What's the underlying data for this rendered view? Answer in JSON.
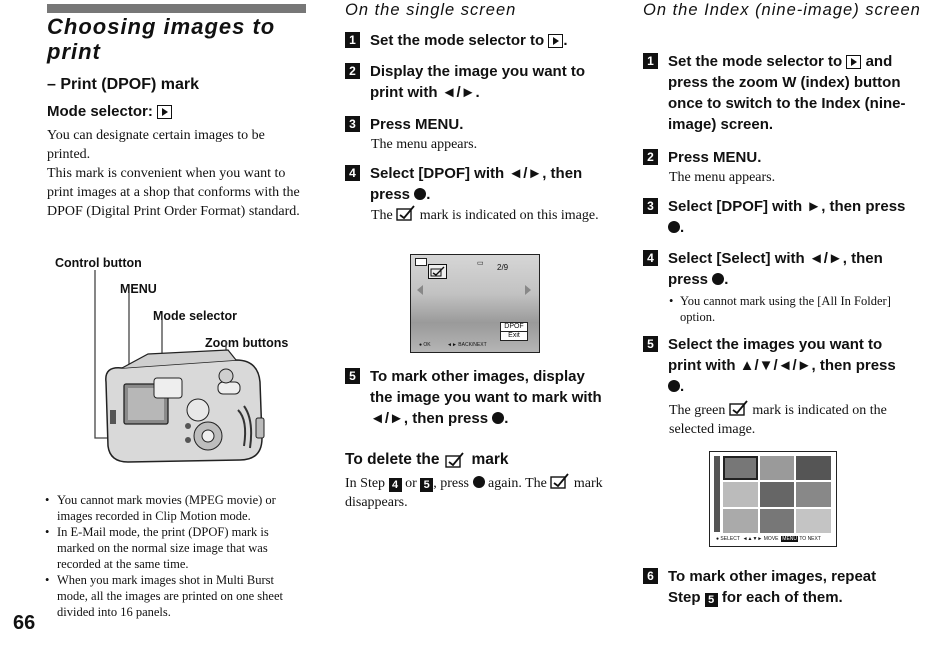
{
  "left": {
    "title": "Choosing images to print",
    "subtitle": "– Print (DPOF) mark",
    "mode_label": "Mode selector:",
    "body": "You can designate certain images to be printed.\nThis mark is convenient when you want to print images at a shop that conforms with the DPOF (Digital Print Order Format) standard.",
    "camera_labels": {
      "control": "Control button",
      "menu": "MENU",
      "mode": "Mode selector",
      "zoom": "Zoom buttons"
    },
    "notes": [
      "You cannot mark movies (MPEG movie) or images recorded in Clip Motion mode.",
      "In E-Mail mode, the print (DPOF) mark is marked on the normal size image that was recorded at the same time.",
      "When you mark images shot in Multi Burst mode, all the images are printed on one sheet divided into 16 panels."
    ],
    "page_number": "66"
  },
  "middle": {
    "heading": "On the single screen",
    "steps": [
      {
        "n": "1",
        "text": "Set the mode selector to"
      },
      {
        "n": "2",
        "text": "Display the image you want to print with ◄/►."
      },
      {
        "n": "3",
        "text": "Press MENU.",
        "desc": "The menu appears."
      },
      {
        "n": "4",
        "text": "Select [DPOF] with ◄/►, then press",
        "desc_a": "The",
        "desc_b": "mark is indicated on this image."
      },
      {
        "n": "5",
        "text": "To mark other images, display the image you want to mark with ◄/►, then press"
      }
    ],
    "screen": {
      "size": "2/9",
      "menu1": "DPOF",
      "menu2": "Exit",
      "foot_ok": "OK",
      "foot_back": "BACK/NEXT"
    },
    "delete_title_a": "To delete the",
    "delete_title_b": "mark",
    "delete_a": "In Step",
    "delete_or": "or",
    "delete_b": ", press",
    "delete_c": "again. The",
    "delete_d": "mark disappears.",
    "delete_step_a": "4",
    "delete_step_b": "5"
  },
  "right": {
    "heading": "On the Index (nine-image) screen",
    "steps": [
      {
        "n": "1",
        "text": "Set the mode selector to",
        "text2": "and press the zoom W (index) button once to switch to the Index (nine-image) screen."
      },
      {
        "n": "2",
        "text": "Press MENU.",
        "desc": "The menu appears."
      },
      {
        "n": "3",
        "text": "Select [DPOF] with ►, then press"
      },
      {
        "n": "4",
        "text": "Select [Select] with ◄/►, then press",
        "note": "You cannot mark using the [All In Folder] option."
      },
      {
        "n": "5",
        "text": "Select the images you want to print with ▲/▼/◄/►, then press",
        "desc_a": "The green",
        "desc_b": "mark is indicated on the selected image."
      },
      {
        "n": "6",
        "text": "To mark other images, repeat Step",
        "text2": "for each of them.",
        "ref": "5"
      }
    ],
    "index_footer": {
      "select": "SELECT",
      "move": "MOVE",
      "menu": "MENU",
      "next": "TO NEXT"
    }
  }
}
